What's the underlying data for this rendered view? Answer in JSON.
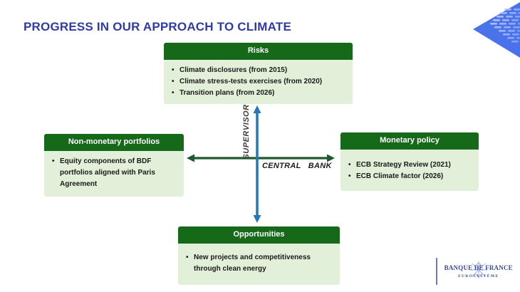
{
  "slide": {
    "title": "PROGRESS IN OUR APPROACH TO CLIMATE"
  },
  "quadrant": {
    "axes": {
      "vertical_label": "SUPERVISOR",
      "horizontal_label": "CENTRAL BANK"
    },
    "boxes": [
      {
        "title": "Risks",
        "bullets": [
          "Climate disclosures (from 2015)",
          "Climate stress-tests exercises (from 2020)",
          "Transition plans (from 2026)"
        ]
      },
      {
        "title": "Non-monetary portfolios",
        "bullets": [
          "Equity components of BDF portfolios aligned with Paris Agreement"
        ]
      },
      {
        "title": "Monetary policy",
        "bullets": [
          "ECB Strategy Review (2021)",
          "ECB Climate factor (2026)"
        ]
      },
      {
        "title": "Opportunities",
        "bullets": [
          "New projects and competitiveness through clean energy"
        ]
      }
    ]
  },
  "footer": {
    "logo_line1": "BANQUE DE FRANCE",
    "logo_line2": "EUROSYSTÈME"
  },
  "colors": {
    "title_blue": "#2F3BA6",
    "header_green": "#17691A",
    "body_green": "#E2EFD9",
    "axis_green": "#1E5A2E",
    "axis_blue": "#2577B9",
    "corner_blue": "#4A73EB",
    "logo_blue": "#3A4B9E"
  }
}
